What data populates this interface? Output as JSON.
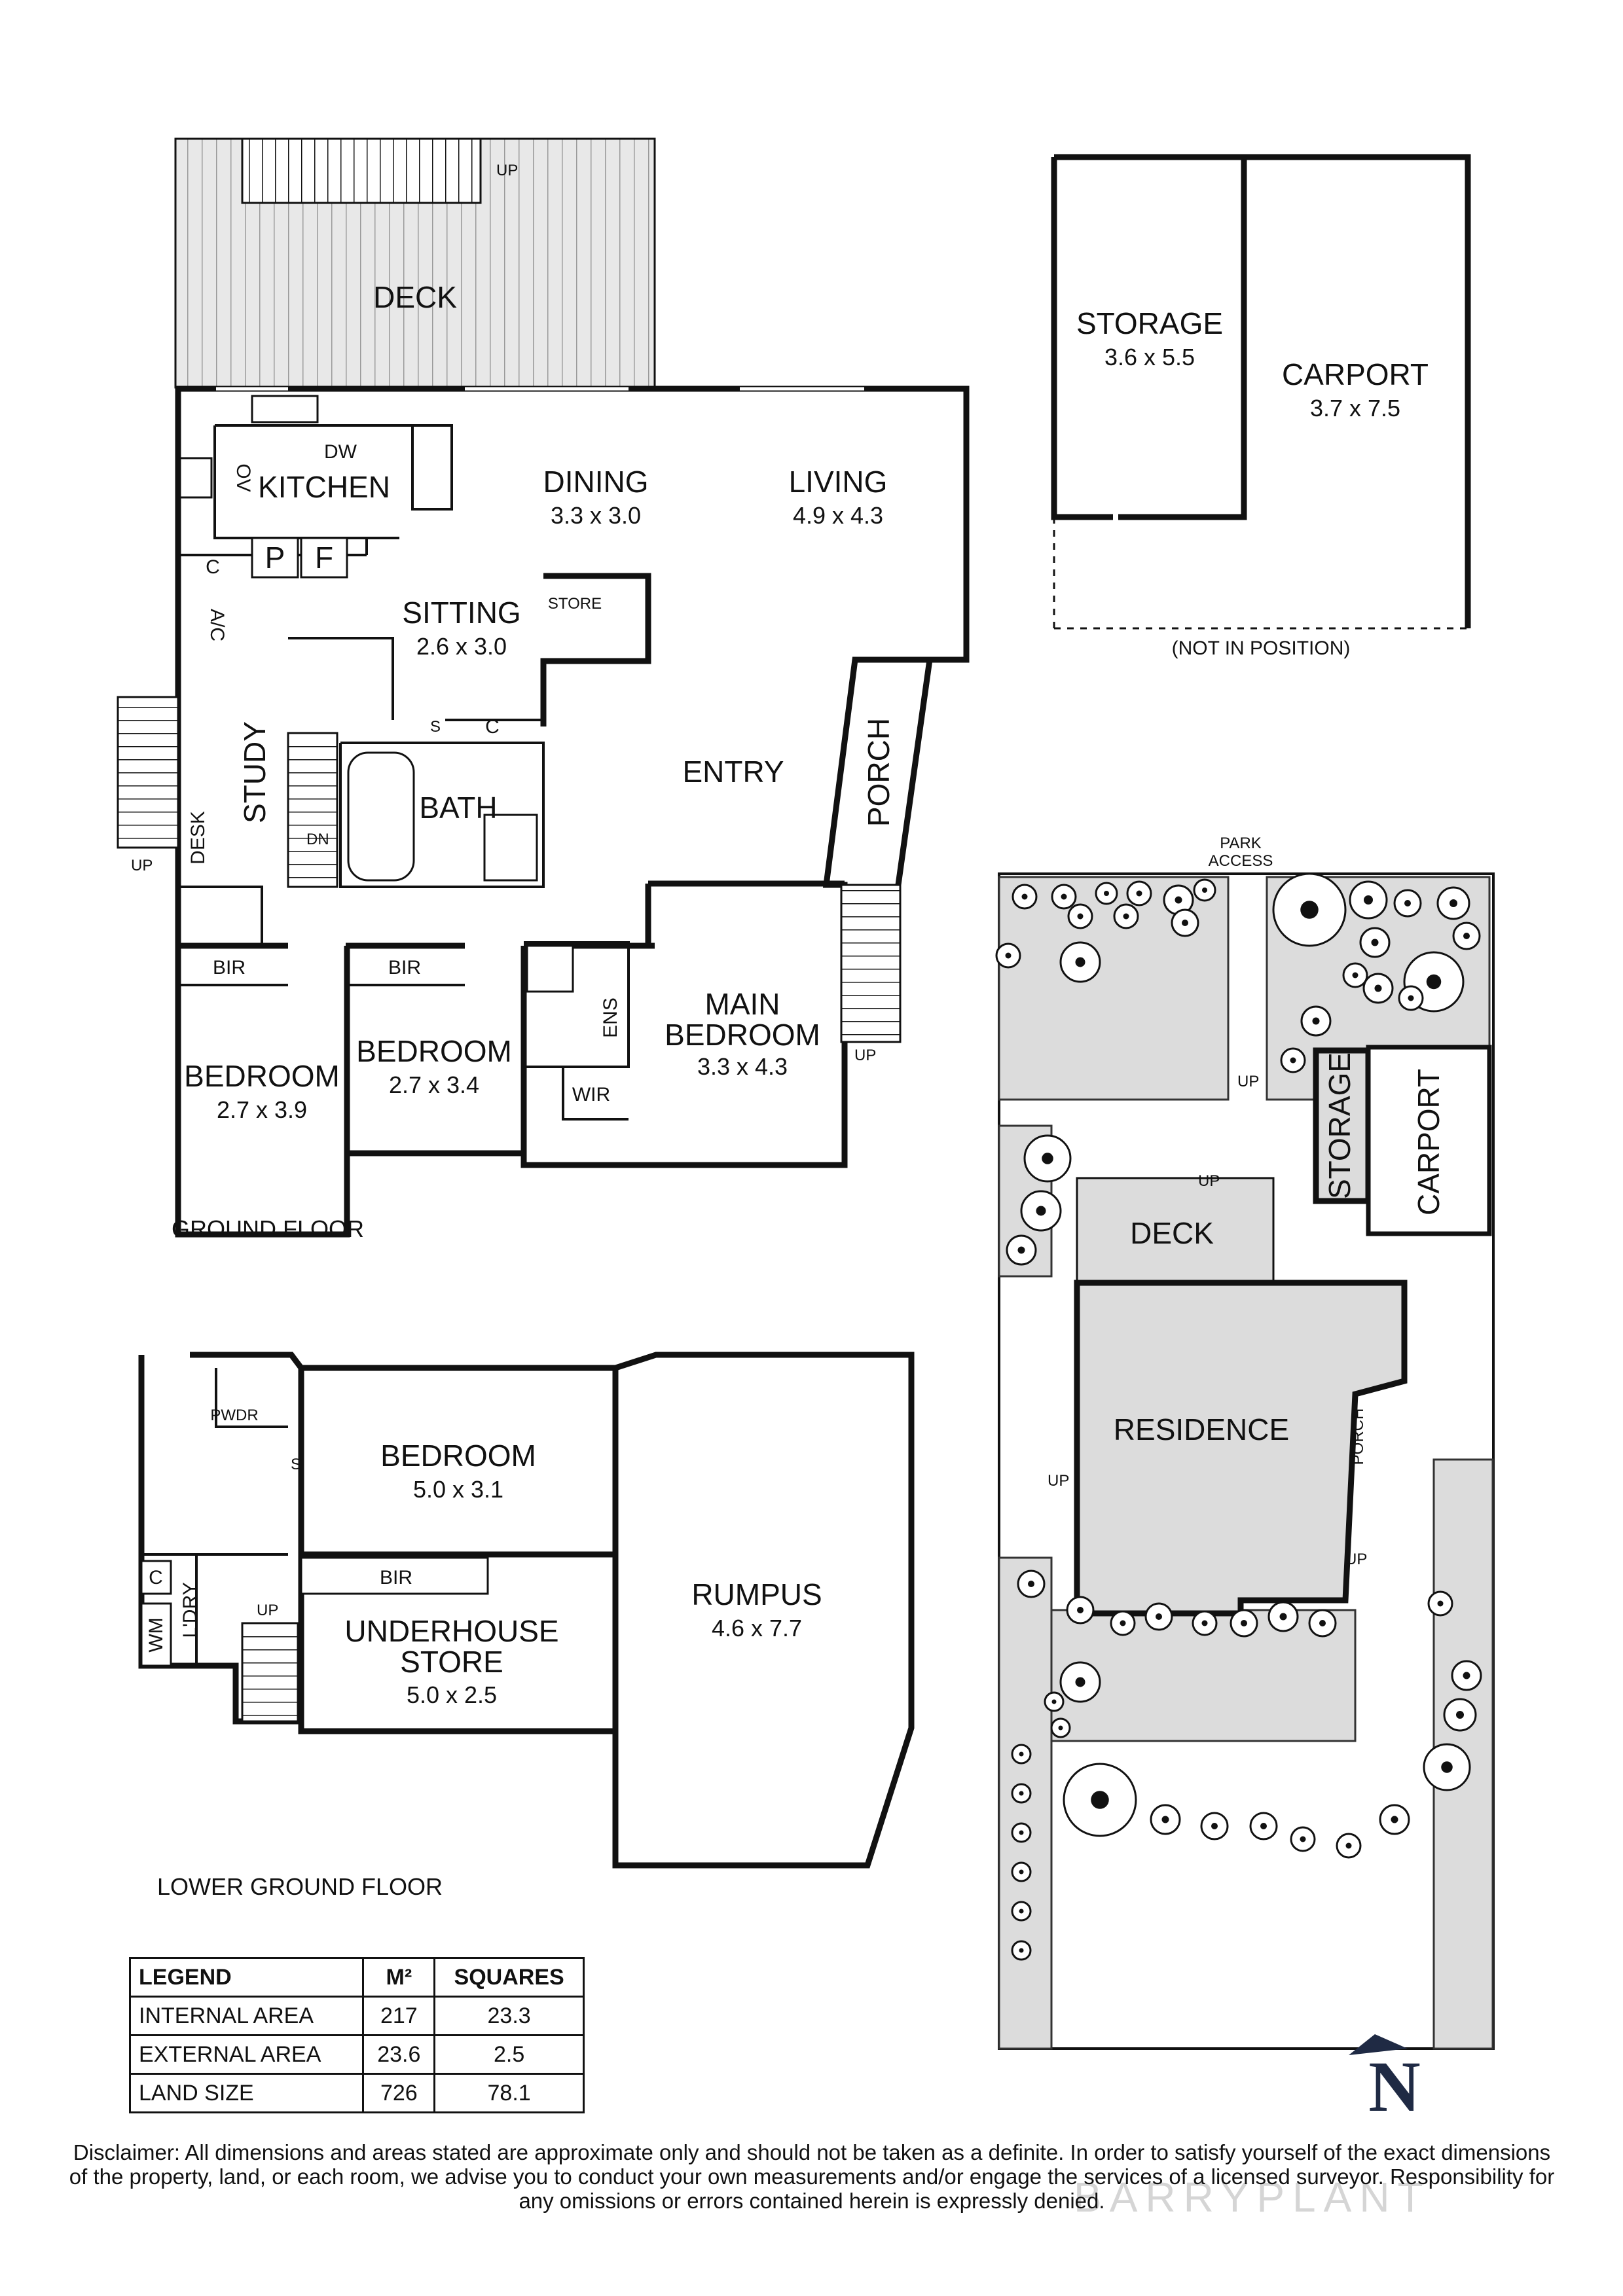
{
  "ground_floor": {
    "caption": "GROUND FLOOR",
    "rooms": {
      "deck": {
        "name": "DECK"
      },
      "kitchen": {
        "name": "KITCHEN"
      },
      "dining": {
        "name": "DINING",
        "size": "3.3 x 3.0"
      },
      "living": {
        "name": "LIVING",
        "size": "4.9 x 4.3"
      },
      "sitting": {
        "name": "SITTING",
        "size": "2.6 x 3.0"
      },
      "study": {
        "name": "STUDY"
      },
      "bath": {
        "name": "BATH"
      },
      "entry": {
        "name": "ENTRY"
      },
      "porch": {
        "name": "PORCH"
      },
      "main_bedroom": {
        "name_line1": "MAIN",
        "name_line2": "BEDROOM",
        "size": "3.3 x 4.3"
      },
      "bedroom_a": {
        "name": "BEDROOM",
        "size": "2.7 x 3.9"
      },
      "bedroom_b": {
        "name": "BEDROOM",
        "size": "2.7 x 3.4"
      }
    },
    "fixtures": {
      "dw": "DW",
      "ov": "OV",
      "c1": "C",
      "p": "P",
      "f": "F",
      "store": "STORE",
      "ac": "A/C",
      "c2": "C",
      "s": "S",
      "desk": "DESK",
      "bir1": "BIR",
      "bir2": "BIR",
      "ens": "ENS",
      "wir": "WIR",
      "up_deck": "UP",
      "up_study": "UP",
      "dn": "DN",
      "up_porch": "UP"
    }
  },
  "outbuilding": {
    "storage": {
      "name": "STORAGE",
      "size": "3.6 x 5.5"
    },
    "carport": {
      "name": "CARPORT",
      "size": "3.7 x 7.5"
    },
    "note": "(NOT IN POSITION)"
  },
  "site_plan": {
    "park_access_line1": "PARK",
    "park_access_line2": "ACCESS",
    "storage": "STORAGE",
    "carport": "CARPORT",
    "deck": "DECK",
    "residence": "RESIDENCE",
    "porch": "PORCH",
    "up1": "UP",
    "up2": "UP",
    "up3": "UP",
    "up4": "UP"
  },
  "lower_ground_floor": {
    "caption": "LOWER GROUND FLOOR",
    "rooms": {
      "bedroom": {
        "name": "BEDROOM",
        "size": "5.0 x 3.1"
      },
      "rumpus": {
        "name": "RUMPUS",
        "size": "4.6 x 7.7"
      },
      "underhouse_store": {
        "name_line1": "UNDERHOUSE",
        "name_line2": "STORE",
        "size": "5.0 x 2.5"
      }
    },
    "fixtures": {
      "pwdr": "PWDR",
      "s": "S",
      "bir": "BIR",
      "c": "C",
      "wm": "WM",
      "ldry": "L'DRY",
      "up": "UP"
    }
  },
  "legend": {
    "headers": [
      "LEGEND",
      "M²",
      "SQUARES"
    ],
    "rows": [
      [
        "INTERNAL AREA",
        "217",
        "23.3"
      ],
      [
        "EXTERNAL AREA",
        "23.6",
        "2.5"
      ],
      [
        "LAND SIZE",
        "726",
        "78.1"
      ]
    ]
  },
  "north_label": "N",
  "disclaimer": "Disclaimer: All dimensions and areas stated are approximate only and should not be taken as a definite. In order to satisfy yourself of the exact dimensions of the property, land, or each room, we advise you to conduct your own measurements and/or engage the services of a licensed surveyor. Responsibility for any omissions or errors contained herein is expressly denied.",
  "watermark": "BARRYPLANT"
}
